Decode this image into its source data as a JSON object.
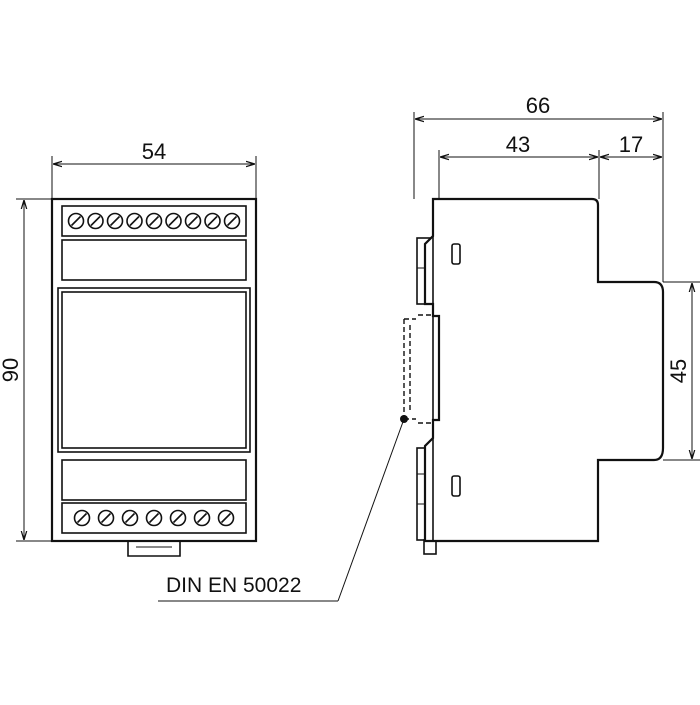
{
  "front_view": {
    "width_label": "54",
    "height_label": "90",
    "top_terminal_count": 9,
    "bottom_terminal_count": 7
  },
  "side_view": {
    "total_depth_label": "66",
    "body_depth_label": "43",
    "front_depth_label": "17",
    "front_height_label": "45"
  },
  "annotation": {
    "rail_standard": "DIN EN 50022"
  },
  "colors": {
    "line": "#111111",
    "background": "#ffffff"
  }
}
